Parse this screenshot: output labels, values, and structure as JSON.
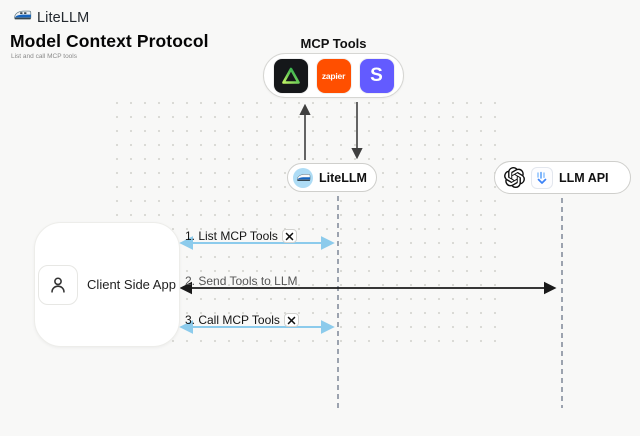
{
  "header": {
    "brand": "LiteLLM",
    "title": "Model Context Protocol",
    "subtitle": "List and call MCP tools"
  },
  "mcp_tools": {
    "label": "MCP Tools",
    "icons": [
      {
        "name": "triangle-tool-icon",
        "bg": "#15171a"
      },
      {
        "name": "zapier-icon",
        "bg": "#ff4f00",
        "text": "zapier"
      },
      {
        "name": "stripe-icon",
        "bg": "#635bff",
        "text": "S"
      }
    ]
  },
  "nodes": {
    "litellm": {
      "label": "LiteLLM",
      "icon": "train-icon"
    },
    "llm_api": {
      "label": "LLM API",
      "icons": [
        "openai-icon",
        "llm-provider-icon"
      ]
    },
    "client": {
      "label": "Client Side App",
      "icon": "person-icon"
    }
  },
  "sequence": [
    {
      "label": "1. List MCP Tools",
      "tools_icon": true,
      "color": "#8ccbec"
    },
    {
      "label": "2. Send Tools to LLM",
      "tools_icon": false,
      "color": "#1a1a1a"
    },
    {
      "label": "3. Call MCP Tools",
      "tools_icon": true,
      "color": "#8ccbec"
    }
  ],
  "colors": {
    "background": "#f8f8f7",
    "accent_blue_arrow": "#8ccbec",
    "black_arrow": "#1a1a1a",
    "dashed_lifeline": "#9ca3af",
    "zapier_orange": "#ff4f00",
    "stripe_purple": "#635bff",
    "tool_black": "#15171a"
  }
}
